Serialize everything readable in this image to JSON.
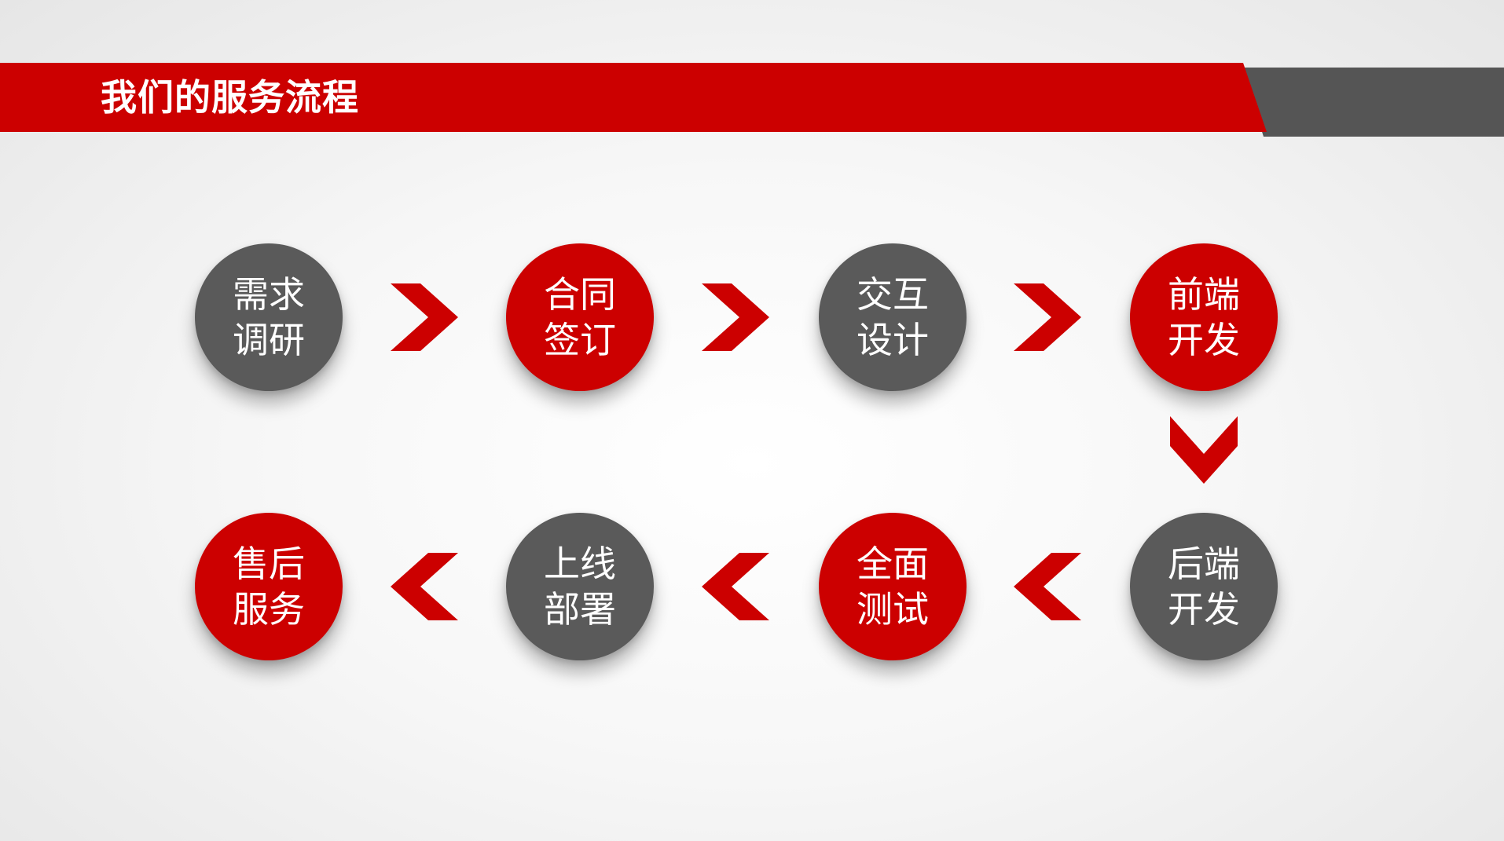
{
  "header": {
    "title": "我们的服务流程"
  },
  "colors": {
    "accent_red": "#cc0000",
    "neutral_gray": "#5a5a5a",
    "banner_gray": "#555555",
    "text_on_circle": "#ffffff"
  },
  "steps": [
    {
      "line1": "需求",
      "line2": "调研",
      "color": "gray"
    },
    {
      "line1": "合同",
      "line2": "签订",
      "color": "red"
    },
    {
      "line1": "交互",
      "line2": "设计",
      "color": "gray"
    },
    {
      "line1": "前端",
      "line2": "开发",
      "color": "red"
    },
    {
      "line1": "后端",
      "line2": "开发",
      "color": "gray"
    },
    {
      "line1": "全面",
      "line2": "测试",
      "color": "red"
    },
    {
      "line1": "上线",
      "line2": "部署",
      "color": "gray"
    },
    {
      "line1": "售后",
      "line2": "服务",
      "color": "red"
    }
  ],
  "arrows": [
    {
      "direction": "right",
      "icon": "chevron-right-icon"
    },
    {
      "direction": "right",
      "icon": "chevron-right-icon"
    },
    {
      "direction": "right",
      "icon": "chevron-right-icon"
    },
    {
      "direction": "down",
      "icon": "chevron-down-icon"
    },
    {
      "direction": "left",
      "icon": "chevron-left-icon"
    },
    {
      "direction": "left",
      "icon": "chevron-left-icon"
    },
    {
      "direction": "left",
      "icon": "chevron-left-icon"
    }
  ]
}
